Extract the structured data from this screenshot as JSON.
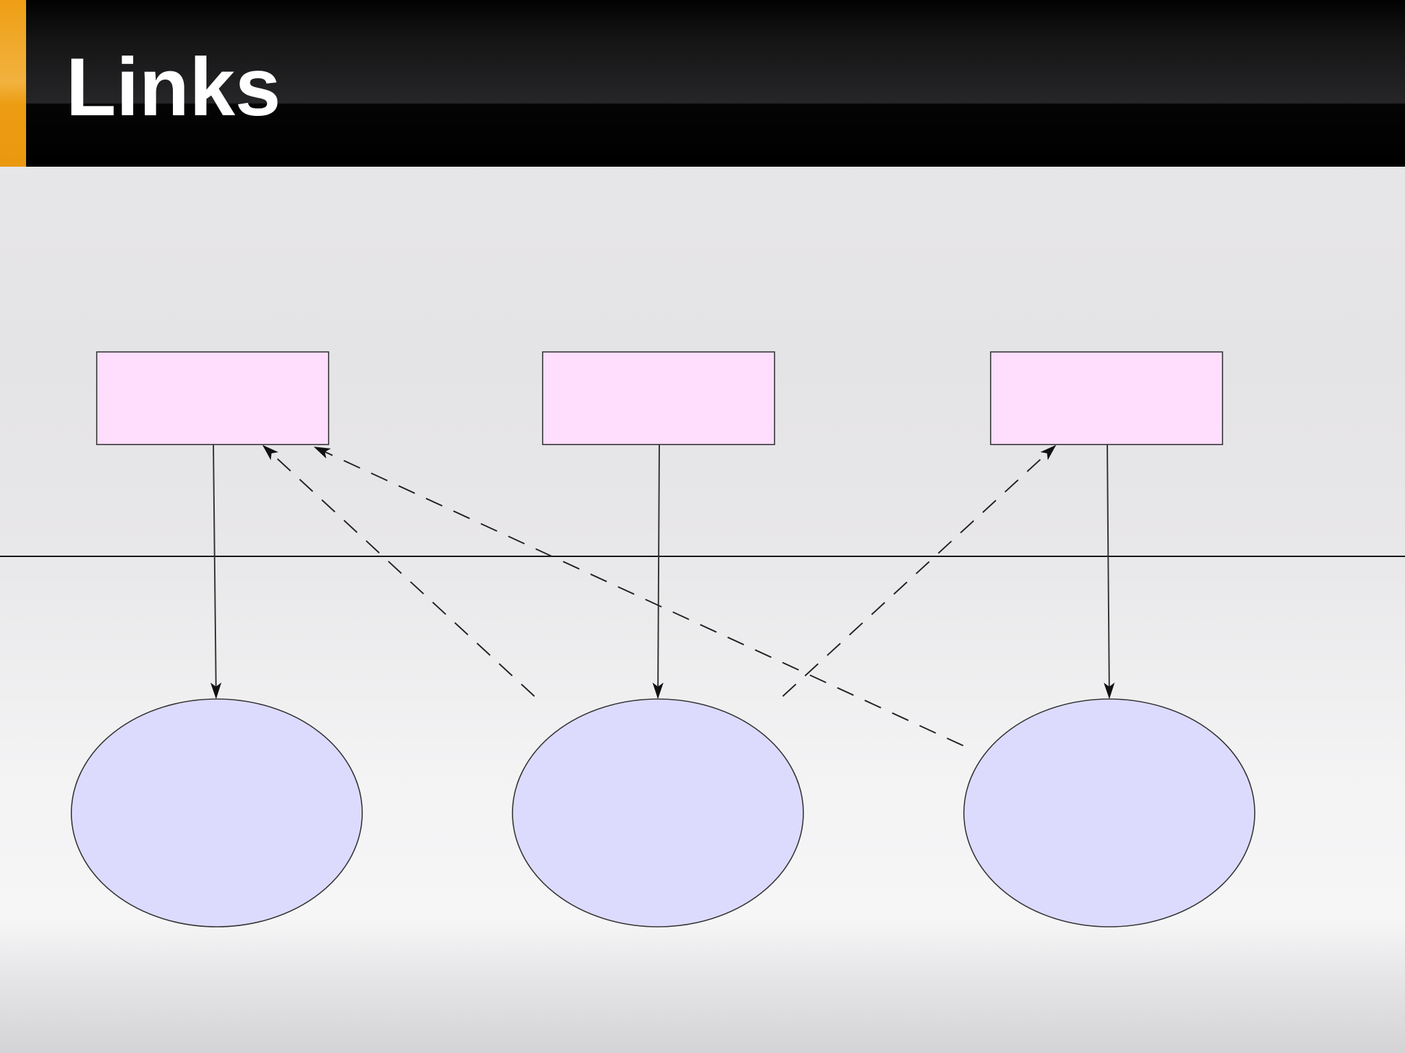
{
  "slide": {
    "title": "Links"
  },
  "diagram": {
    "upper_nodes": [
      {
        "shape": "rectangle",
        "label": "",
        "fill": "#ffddfd"
      },
      {
        "shape": "rectangle",
        "label": "",
        "fill": "#ffddfd"
      },
      {
        "shape": "rectangle",
        "label": "",
        "fill": "#ffddfd"
      }
    ],
    "lower_nodes": [
      {
        "shape": "ellipse",
        "label": "",
        "fill": "#dcdbfe"
      },
      {
        "shape": "ellipse",
        "label": "",
        "fill": "#dcdbfe"
      },
      {
        "shape": "ellipse",
        "label": "",
        "fill": "#dcdbfe"
      }
    ],
    "divider": "horizontal-line",
    "edges": [
      {
        "from": "rectangle-1",
        "to": "ellipse-1",
        "style": "solid",
        "arrow": "end"
      },
      {
        "from": "rectangle-2",
        "to": "ellipse-2",
        "style": "solid",
        "arrow": "end"
      },
      {
        "from": "rectangle-3",
        "to": "ellipse-3",
        "style": "solid",
        "arrow": "end"
      },
      {
        "from": "ellipse-2",
        "to": "rectangle-1",
        "style": "dashed",
        "arrow": "end"
      },
      {
        "from": "ellipse-3",
        "to": "rectangle-1",
        "style": "dashed",
        "arrow": "end"
      },
      {
        "from": "ellipse-2",
        "to": "rectangle-3",
        "style": "dashed",
        "arrow": "end"
      }
    ]
  },
  "colors": {
    "accent_bar": "#ee9e14",
    "header_background": "#000000",
    "title_text": "#ffffff",
    "rectangle_fill": "#ffddfd",
    "ellipse_fill": "#dcdbfe",
    "stroke": "#333333"
  }
}
